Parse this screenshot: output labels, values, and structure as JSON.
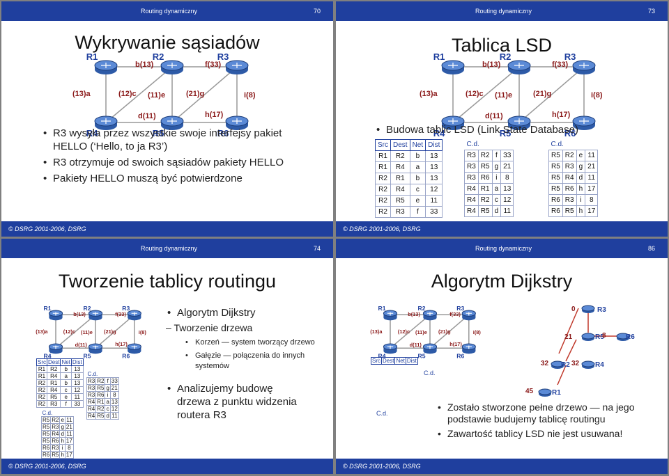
{
  "common": {
    "header_label": "Routing dynamiczny",
    "footer": "© DSRG 2001-2006, DSRG"
  },
  "net": {
    "routers": [
      "R1",
      "R2",
      "R3",
      "R4",
      "R5",
      "R6"
    ],
    "ifaces": {
      "a": "(13)a",
      "c": "(12)c",
      "e": "(11)e",
      "g": "(21)g",
      "i": "i(8)",
      "b": "b(13)",
      "f": "f(33)",
      "d": "d(11)",
      "h": "h(17)"
    }
  },
  "slides": [
    {
      "num": "70",
      "title": "Wykrywanie sąsiadów",
      "bullets": [
        "R3 wysyła przez wszystkie swoje interfejsy pakiet HELLO (‘Hello, to ja R3’)",
        "R3 otrzymuje od swoich sąsiadów pakiety HELLO",
        "Pakiety HELLO muszą być potwierdzone"
      ]
    },
    {
      "num": "73",
      "title": "Tablica LSD",
      "bullet": "Budowa tablic LSD (Link State Database)"
    },
    {
      "num": "74",
      "title": "Tworzenie tablicy routingu",
      "bullets": [
        "Algorytm Dijkstry",
        "Analizujemy budowę drzewa z punktu widzenia routera R3"
      ],
      "sub": "Tworzenie drzewa",
      "subsub": [
        "Korzeń — system tworzący drzewo",
        "Gałęzie — połączenia do innych systemów"
      ]
    },
    {
      "num": "86",
      "title": "Algorytm Dijkstry",
      "bullets": [
        "Zostało stworzone pełne drzewo — na jego podstawie budujemy tablicę routingu",
        "Zawartość tablicy LSD nie jest usuwana!"
      ],
      "tree": {
        "n0": "0",
        "r3": "R3",
        "n21": "21",
        "r5": "R5",
        "n8": "8",
        "r6": "R6",
        "n32a": "32",
        "r2": "R2",
        "n32b": "32",
        "r4": "R4",
        "n45": "45",
        "r1": "R1"
      }
    }
  ],
  "lsd": {
    "header": [
      "Src",
      "Dest",
      "Net",
      "Dist"
    ],
    "cd": "C.d.",
    "col1": [
      [
        "R1",
        "R2",
        "b",
        "13"
      ],
      [
        "R1",
        "R4",
        "a",
        "13"
      ],
      [
        "R2",
        "R1",
        "b",
        "13"
      ],
      [
        "R2",
        "R4",
        "c",
        "12"
      ],
      [
        "R2",
        "R5",
        "e",
        "11"
      ],
      [
        "R2",
        "R3",
        "f",
        "33"
      ]
    ],
    "col2": [
      [
        "R3",
        "R2",
        "f",
        "33"
      ],
      [
        "R3",
        "R5",
        "g",
        "21"
      ],
      [
        "R3",
        "R6",
        "i",
        "8"
      ],
      [
        "R4",
        "R1",
        "a",
        "13"
      ],
      [
        "R4",
        "R2",
        "c",
        "12"
      ],
      [
        "R4",
        "R5",
        "d",
        "11"
      ]
    ],
    "col3": [
      [
        "R5",
        "R2",
        "e",
        "11"
      ],
      [
        "R5",
        "R3",
        "g",
        "21"
      ],
      [
        "R5",
        "R4",
        "d",
        "11"
      ],
      [
        "R5",
        "R6",
        "h",
        "17"
      ],
      [
        "R6",
        "R3",
        "i",
        "8"
      ],
      [
        "R6",
        "R5",
        "h",
        "17"
      ]
    ]
  }
}
